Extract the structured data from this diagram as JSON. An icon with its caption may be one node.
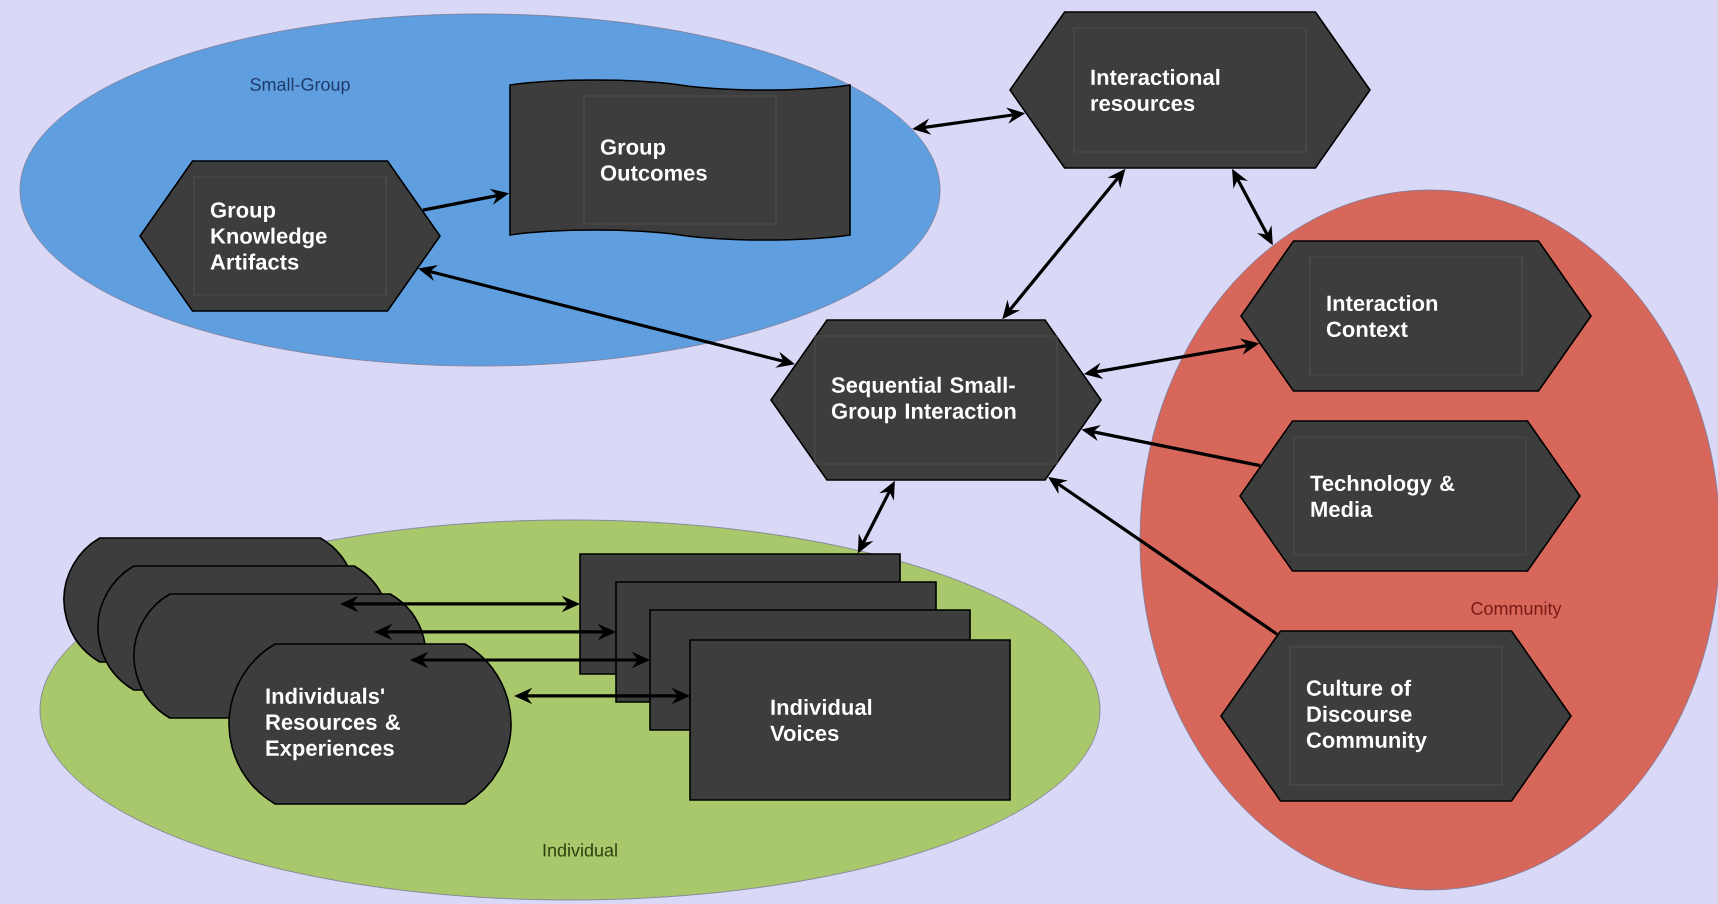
{
  "diagram": {
    "nodes": [
      {
        "text": [
          "Small-Group"
        ]
      },
      {
        "text": [
          "Group Knowledge Artifacts"
        ],
        "in": 0
      },
      {
        "text": [
          "Group Outcomes"
        ],
        "in": 0
      },
      {
        "text": [
          "Interactional resources"
        ]
      },
      {
        "text": [
          "Sequential Small-Group Interaction"
        ]
      },
      {
        "text": [
          "Community"
        ]
      },
      {
        "text": [
          "Interaction Context"
        ],
        "in": 5
      },
      {
        "text": [
          "Technology & Media"
        ],
        "in": 5
      },
      {
        "text": [
          "Culture of Discourse Community"
        ],
        "in": 5
      },
      {
        "text": [
          "Individual"
        ]
      },
      {
        "text": [
          "Individuals' Resources & Experiences"
        ],
        "in": 9
      },
      {
        "text": [
          "Individual Voices"
        ],
        "in": 9
      }
    ],
    "edges": [
      {
        "from": 1,
        "to": 2,
        "arrow": "to"
      },
      {
        "from": 0,
        "to": 3,
        "arrow": "both"
      },
      {
        "from": 3,
        "to": 5,
        "arrow": "both"
      },
      {
        "from": 3,
        "to": 4,
        "arrow": "both"
      },
      {
        "from": 1,
        "to": 4,
        "arrow": "both"
      },
      {
        "from": 4,
        "to": 6,
        "arrow": "both"
      },
      {
        "from": 7,
        "to": 4,
        "arrow": "to"
      },
      {
        "from": 8,
        "to": 4,
        "arrow": "to"
      },
      {
        "from": 4,
        "to": 11,
        "arrow": "both"
      },
      {
        "from": 10,
        "to": 11,
        "arrow": "both"
      },
      {
        "from": 10,
        "to": 11,
        "arrow": "both"
      },
      {
        "from": 10,
        "to": 11,
        "arrow": "both"
      },
      {
        "from": 10,
        "to": 11,
        "arrow": "both"
      }
    ]
  }
}
